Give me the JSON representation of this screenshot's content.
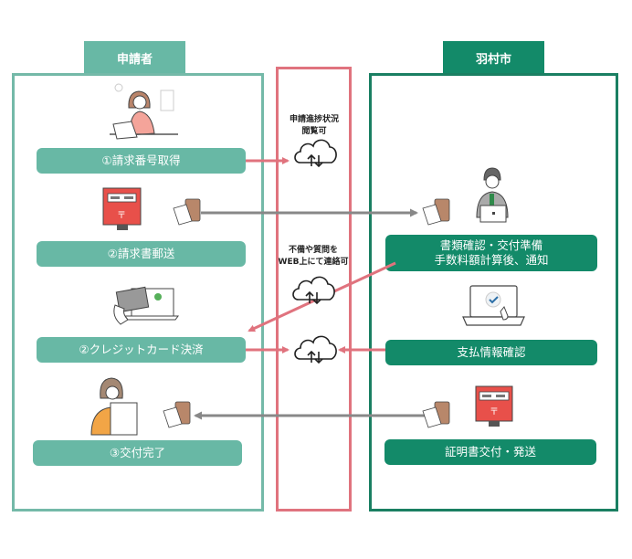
{
  "colors": {
    "applicant": "#68b8a5",
    "city": "#138a69",
    "web": "#e0737e",
    "mail_arrow": "#888888",
    "postbox": "#e8504a"
  },
  "applicant": {
    "tab_label": "申請者",
    "steps": [
      {
        "label": "①請求番号取得",
        "icon": "person-laptop-icon"
      },
      {
        "label": "②請求書郵送",
        "icon": "postbox-icon"
      },
      {
        "label": "②クレジットカード決済",
        "icon": "credit-card-laptop-icon"
      },
      {
        "label": "③交付完了",
        "icon": "person-document-icon"
      }
    ]
  },
  "web": {
    "notes": [
      {
        "lines": [
          "申請進捗状況",
          "閲覧可"
        ]
      },
      {
        "lines": [
          "不備や質問を",
          "WEB上にて連絡可"
        ]
      }
    ],
    "icons": [
      "cloud-sync-icon",
      "cloud-sync-icon",
      "cloud-sync-icon"
    ]
  },
  "city": {
    "tab_label": "羽村市",
    "steps": [
      {
        "lines": [
          "書類確認・交付準備",
          "手数料額計算後、通知"
        ],
        "icon": "staff-laptop-icon"
      },
      {
        "lines": [
          "支払情報確認"
        ],
        "icon": "laptop-check-icon"
      },
      {
        "lines": [
          "証明書交付・発送"
        ],
        "icon": "postbox-icon"
      }
    ]
  }
}
